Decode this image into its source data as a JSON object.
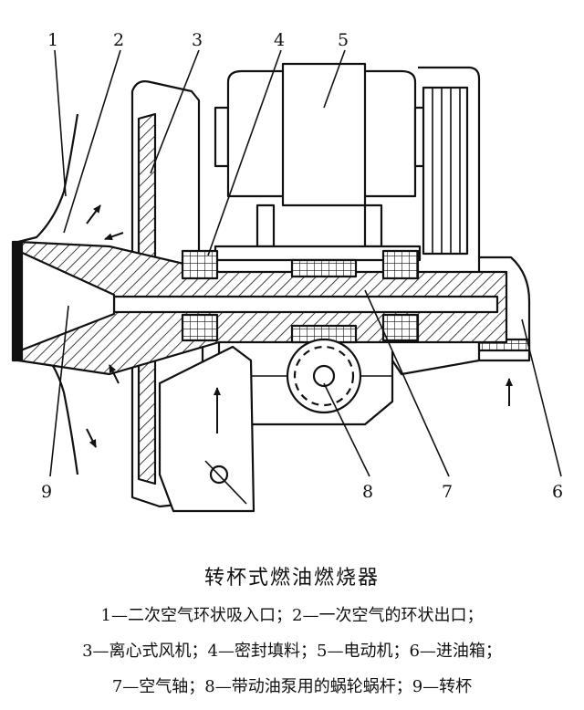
{
  "diagram": {
    "callouts": [
      "1",
      "2",
      "3",
      "4",
      "5",
      "6",
      "7",
      "8",
      "9"
    ]
  },
  "caption": {
    "title": "转杯式燃油燃烧器",
    "legend_lines": [
      "1—二次空气环状吸入口；2—一次空气的环状出口；",
      "3—离心式风机；4—密封填料；5—电动机；6—进油箱；",
      "7—空气轴；8—带动油泵用的蜗轮蜗杆；9—转杯"
    ]
  },
  "colors": {
    "ink": "#111111",
    "background": "#ffffff"
  }
}
